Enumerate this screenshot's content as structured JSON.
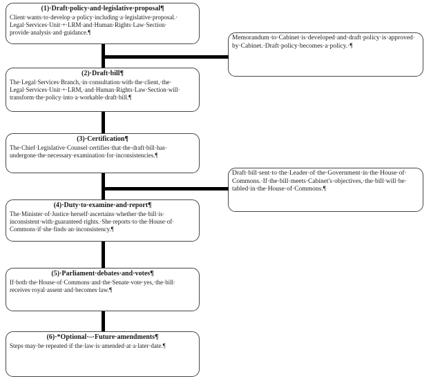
{
  "page": {
    "background": "#ffffff",
    "box_border_color": "#454545",
    "connector_color": "#000000",
    "text_color": "#1a1a1a"
  },
  "flowchart": {
    "steps": [
      {
        "title": "(1)·Draft·policy·and·legislative·proposal¶",
        "body": [
          "Client·wants·to·develop·a·policy·including·a·legislative·proposal.·",
          "Legal·Services·Unit·+·LRM·and·Human·Rights·Law·Section·",
          "provide·analysis·and·guidance.¶"
        ]
      },
      {
        "title": "(2)·Draft·bill¶",
        "body": [
          "The·Legal·Services·Branch,·in·consultation·with·the·client,·the·",
          "Legal·Services·Unit·+·LRM,·and·Human·Rights·Law·Section·will·",
          "transform·the·policy·into·a·workable·draft·bill.¶"
        ]
      },
      {
        "title": "(3)·Certification¶",
        "body": [
          "The·Chief·Legislative·Counsel·certifies·that·the·draft·bill·has·",
          "undergone·the·necessary·examination·for·inconsistencies.¶"
        ]
      },
      {
        "title": "(4)·Duty·to·examine·and·report¶",
        "body": [
          "The·Minister·of·Justice·herself·ascertains·whether·the·bill·is·",
          "inconsistent·with·guaranteed·rights.·She·reports·to·the·House·of·",
          "Commons·if·she·finds·an·inconsistency.¶"
        ]
      },
      {
        "title": "(5)·Parliament·debates·and·votes¶",
        "body": [
          "If·both·the·House·of·Commons·and·the·Senate·vote·yes,·the·bill·",
          "receives·royal·assent·and·becomes·law.¶"
        ]
      },
      {
        "title": "(6)·*Optional·–·Future·amendments¶",
        "body": [
          "Steps·may·be·repeated·if·the·law·is·amended·at·a·later·date.¶"
        ]
      }
    ],
    "side_notes": [
      {
        "body": [
          "Memorandum·to·Cabinet·is·developed·and·draft·policy·is·approved·",
          "by·Cabinet.·Draft·policy·becomes·a·policy.·¶"
        ]
      },
      {
        "body": [
          "Draft·bill·sent·to·the·Leader·of·the·Government·in·the·House·of·",
          "Commons.·If·the·bill·meets·Cabinet's·objectives,·the·bill·will·be·",
          "tabled·in·the·House·of·Commons.¶"
        ]
      }
    ]
  }
}
